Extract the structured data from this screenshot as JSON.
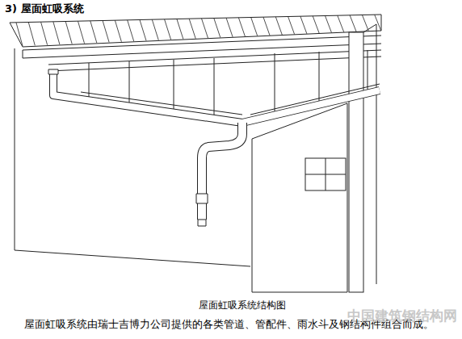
{
  "diagram": {
    "title": "3) 屋面虹吸系统",
    "caption": "屋面虹吸系统结构图",
    "labels": [
      "屋面虹吸系统由瑞士吉博力公司提供的各类管道、管配件、雨水斗及钢结构件组合而成。",
      "中国建筑钢结构网"
    ]
  }
}
